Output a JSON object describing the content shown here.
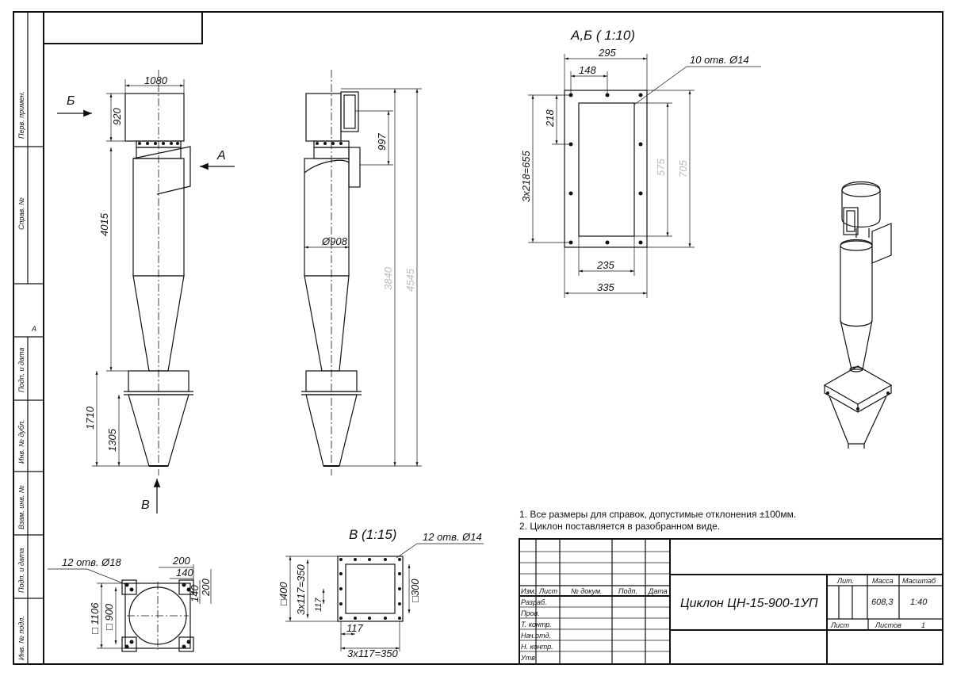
{
  "side_strip": {
    "perv_primen": "Перв. примен.",
    "sprav_no": "Справ. №",
    "podp_data_1": "Подп. и дата",
    "inv_dubl": "Инв. № дубл.",
    "vzam_inv": "Взам. инв. №",
    "podp_data_2": "Подп. и дата",
    "inv_podl": "Инв. № подл.",
    "format_mark": "А"
  },
  "front_view": {
    "dims": {
      "top_width": "1080",
      "inlet_height": "920",
      "body_height": "4015",
      "base_height": "1710",
      "cone_height": "1305"
    },
    "arrows": {
      "b": "Б",
      "a": "А",
      "v": "В"
    }
  },
  "side_view": {
    "dims": {
      "outlet_h": "997",
      "diameter": "Ø908",
      "total_height": "4545",
      "mid_height": "3840"
    }
  },
  "section_ab": {
    "title": "А,Б ( 1:10)",
    "holes": "10 отв. Ø14",
    "dims": {
      "w_outer": "295",
      "w_half": "148",
      "pitch": "218",
      "pitch_total": "3x218=655",
      "inner_h": "575",
      "outer_h": "705",
      "inner_w": "235",
      "outer_w": "335"
    }
  },
  "section_v": {
    "title": "В (1:15)",
    "holes": "12 отв. Ø14",
    "dims": {
      "outer": "□400",
      "pitch_total_v": "3x117=350",
      "pitch": "117",
      "inner": "□300",
      "pitch_h": "117",
      "pitch_total_h": "3x117=350"
    }
  },
  "plan_view": {
    "holes": "12 отв. Ø18",
    "dims": {
      "w200": "200",
      "w140": "140",
      "h140": "140",
      "h200": "200",
      "outer": "□ 1106",
      "inner": "□ 900"
    }
  },
  "notes": [
    "1. Все размеры для справок, допустимые отклонения ±100мм.",
    "2. Циклон поставляется в разобранном виде."
  ],
  "title_block": {
    "headers": [
      "Изм.",
      "Лист",
      "№ докум.",
      "Подп.",
      "Дата"
    ],
    "roles": [
      "Разраб.",
      "Пров.",
      "Т. контр.",
      "Нач.отд.",
      "Н. контр.",
      "Утв."
    ],
    "designation": "Циклон ЦН-15-900-1УП",
    "lit_label": "Лит.",
    "mass_label": "Масса",
    "scale_label": "Масштаб",
    "mass_value": "608,3",
    "scale_value": "1:40",
    "sheet_label": "Лист",
    "sheets_label": "Листов",
    "sheets_value": "1"
  }
}
